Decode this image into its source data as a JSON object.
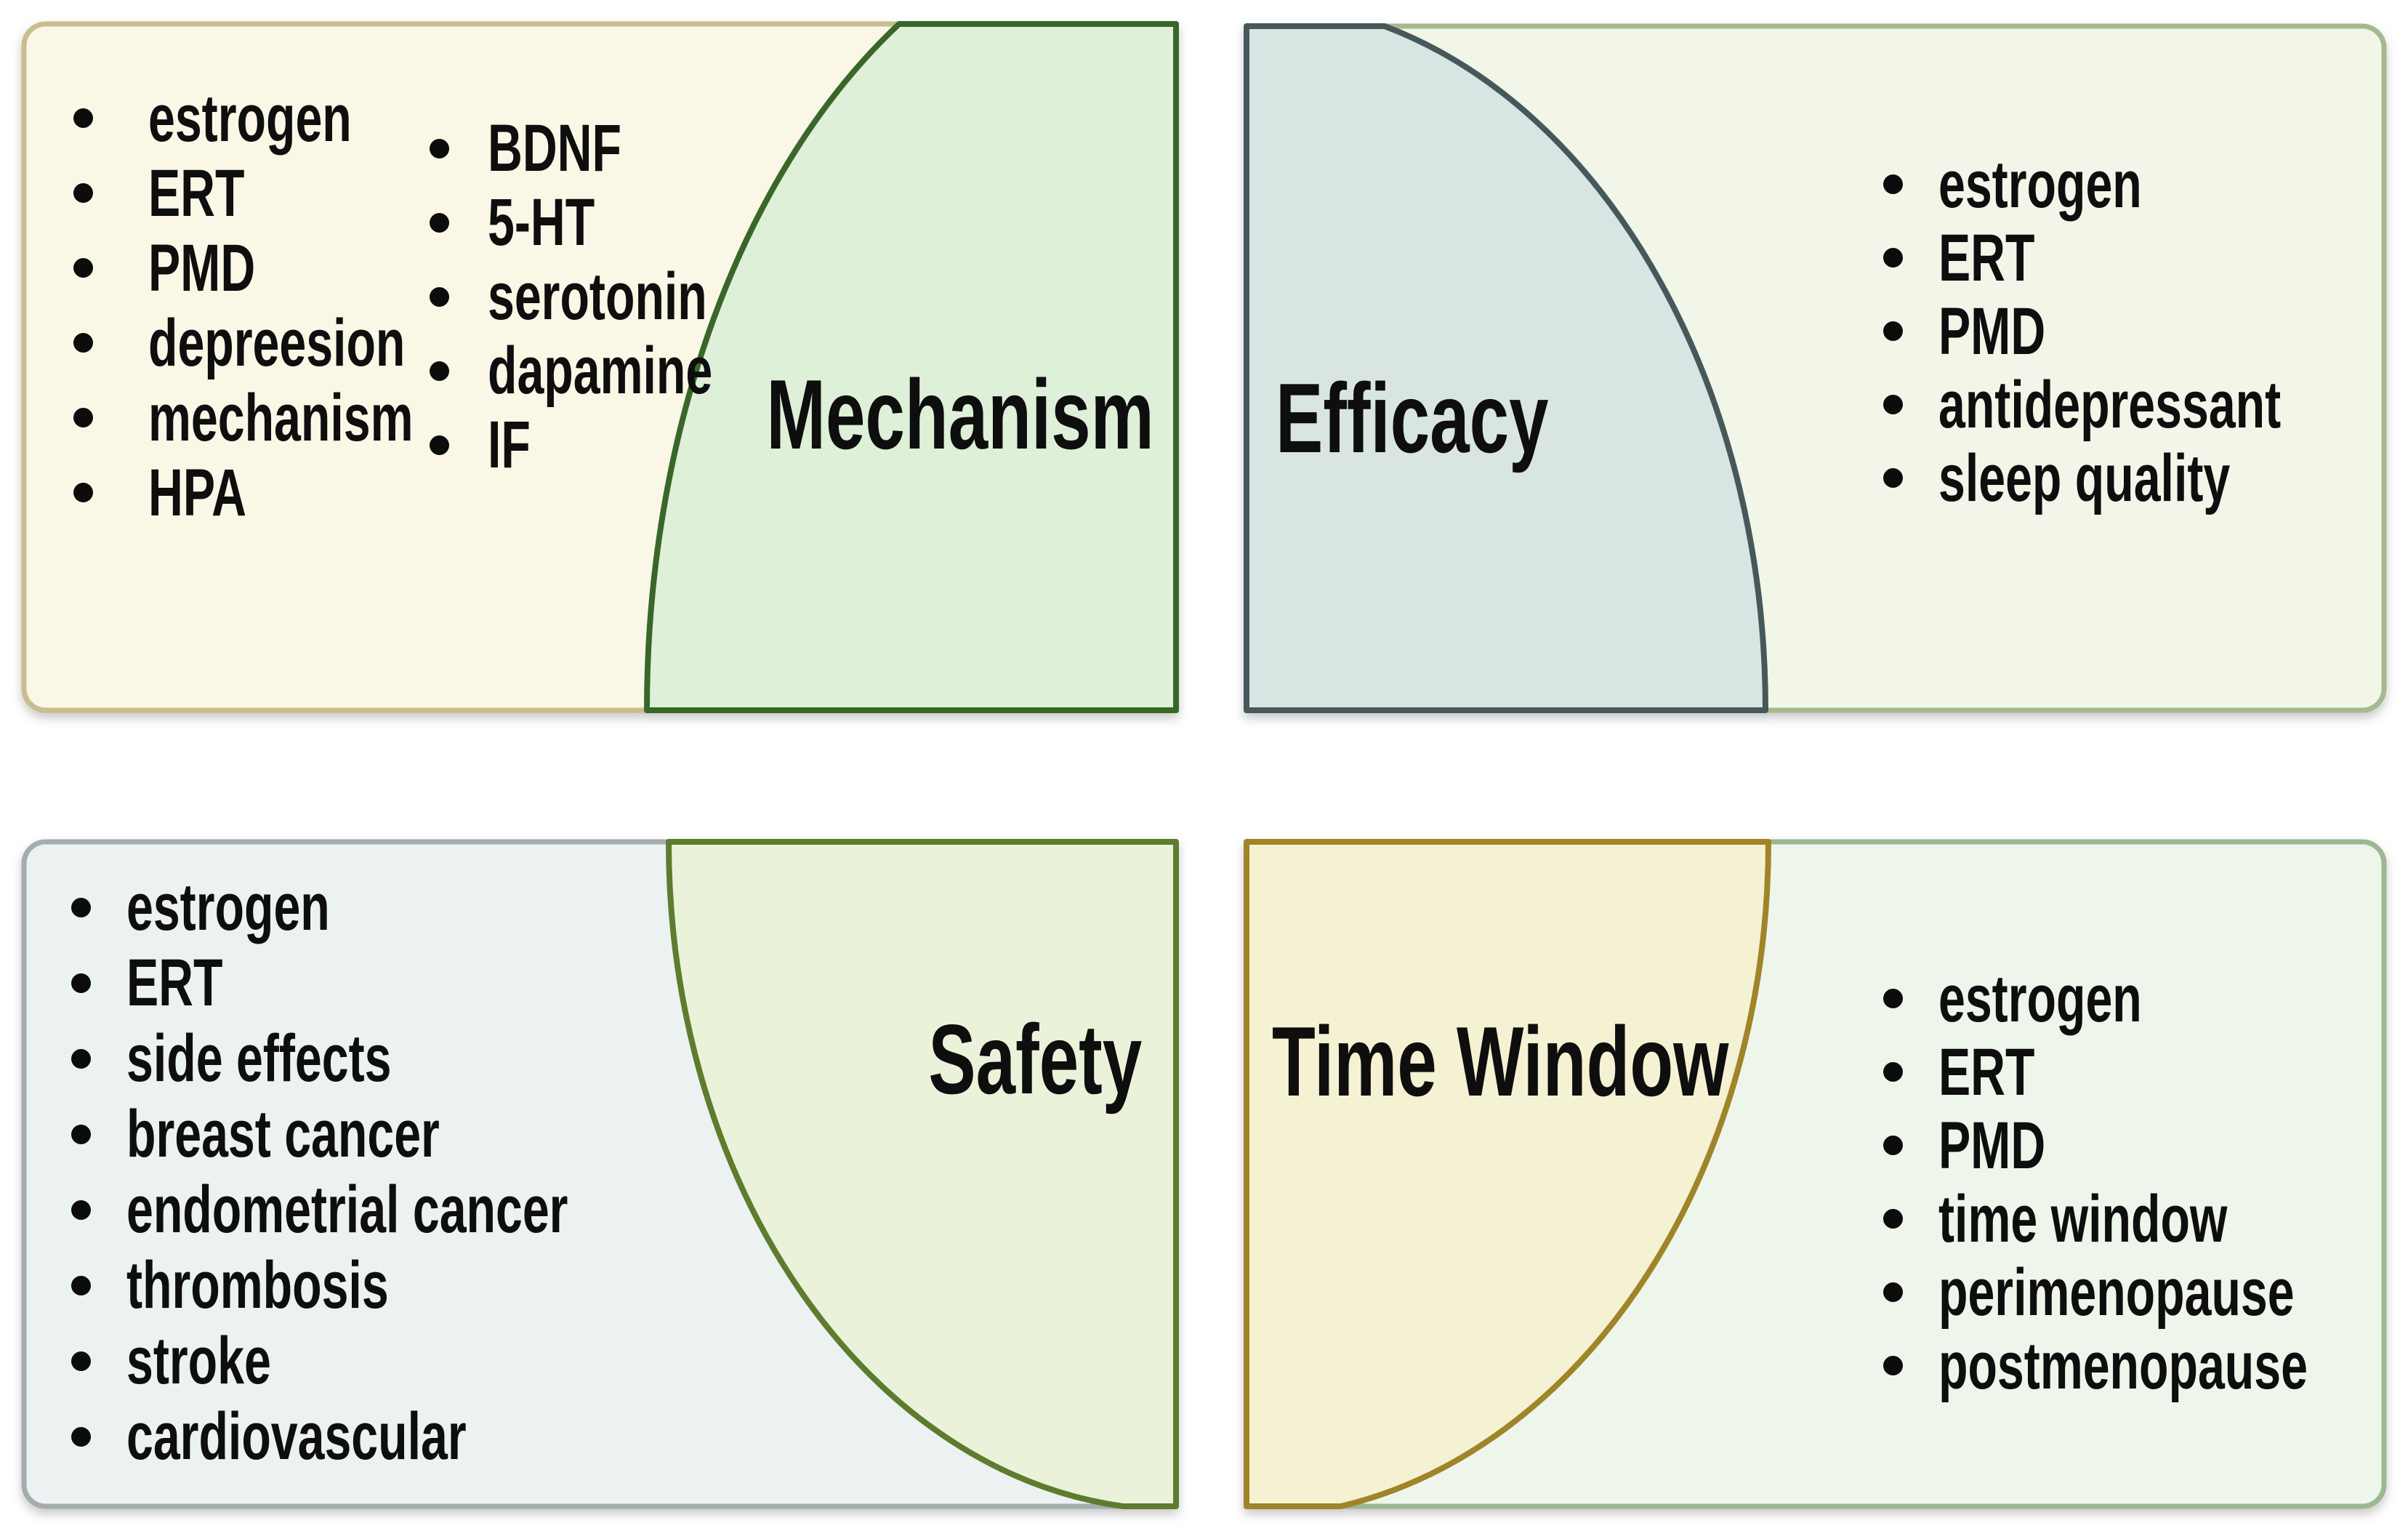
{
  "figure": {
    "type": "four-quadrant keyword cluster diagram",
    "background": "#ffffff",
    "bullet_icon": "filled-circle"
  },
  "quadrants": [
    {
      "title": "Mechanism",
      "keywords": [
        "estrogen",
        "ERT",
        "PMD",
        "depreesion",
        "mechanism",
        "HPA"
      ],
      "keywords2": [
        "BDNF",
        "5-HT",
        "serotonin",
        "dapamine",
        "IF"
      ],
      "panel_fill": "#faf7e6",
      "panel_border": "#c9bc8e",
      "wedge_fill": "#def0d8",
      "wedge_border": "#39672a"
    },
    {
      "title": "Efficacy",
      "keywords": [
        "estrogen",
        "ERT",
        "PMD",
        "antidepressant",
        "sleep quality"
      ],
      "panel_fill": "#f2f6e8",
      "panel_border": "#a6b98e",
      "wedge_fill": "#d8e5e2",
      "wedge_border": "#47585a"
    },
    {
      "title": "Safety",
      "keywords": [
        "estrogen",
        "ERT",
        "side effects",
        "breast cancer",
        "endometrial cancer",
        "thrombosis",
        "stroke",
        "cardiovascular"
      ],
      "panel_fill": "#ecf1f2",
      "panel_border": "#a4acaf",
      "wedge_fill": "#eaf3da",
      "wedge_border": "#5d7c2e"
    },
    {
      "title": "Time Window",
      "keywords": [
        "estrogen",
        "ERT",
        "PMD",
        "time window",
        "perimenopause",
        "postmenopause"
      ],
      "panel_fill": "#eef6ec",
      "panel_border": "#9cb891",
      "wedge_fill": "#f5f1d3",
      "wedge_border": "#a08428"
    }
  ]
}
